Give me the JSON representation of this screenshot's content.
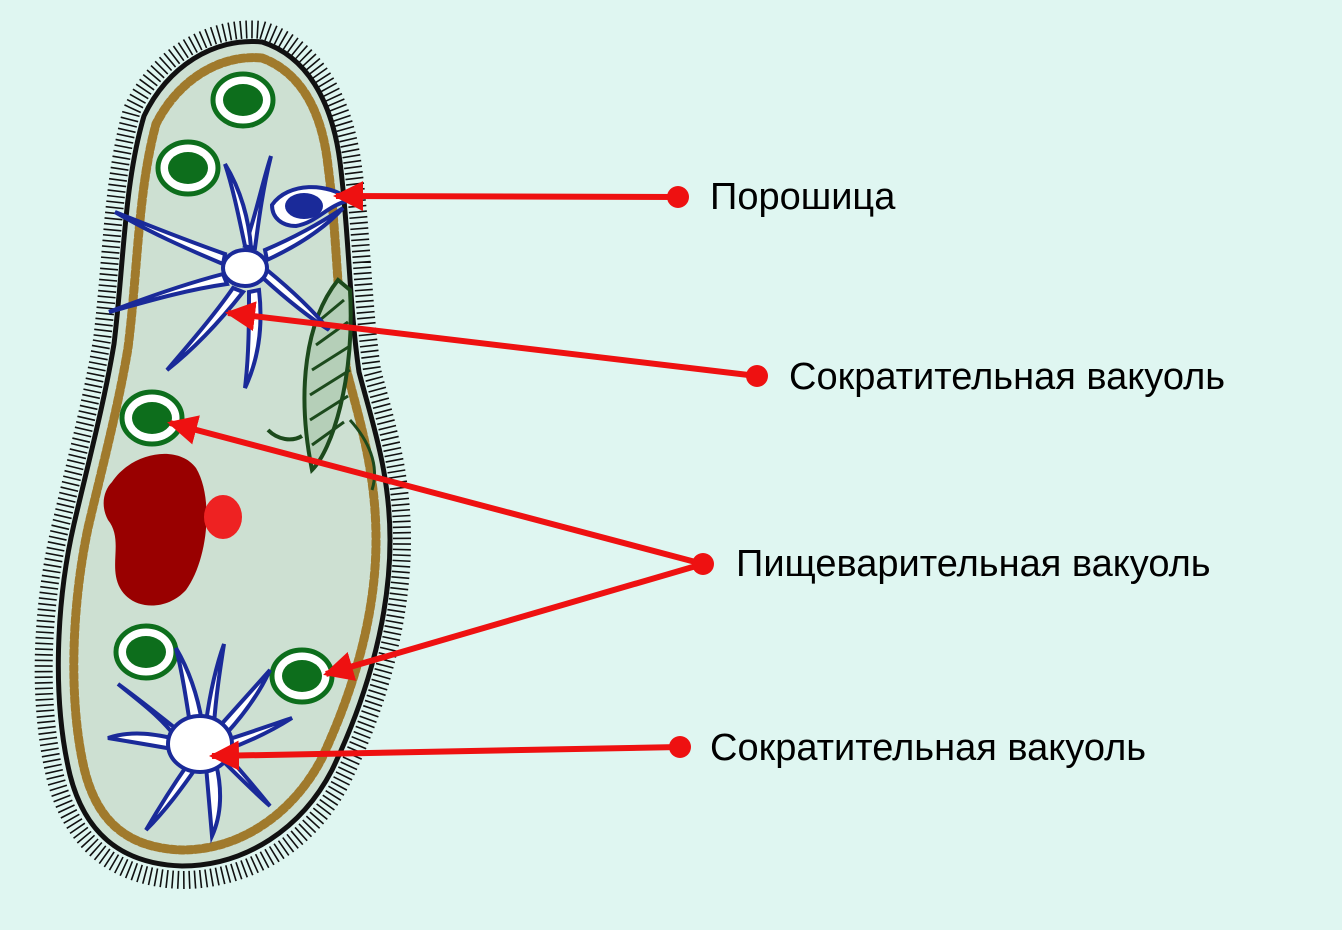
{
  "labels": {
    "poroshitsa": "Порошица",
    "contractile_top": "Сократительная вакуоль",
    "digestive": "Пищеварительная вакуоль",
    "contractile_bottom": "Сократительная вакуоль"
  },
  "colors": {
    "background": "#dff6f1",
    "cytoplasm": "#cde0d2",
    "pellicle": "#a07a2c",
    "cilia": "#111111",
    "arrow": "#ee1111",
    "vacuole_outline": "#1a2a99",
    "food_vacuole": "#0d6e1c",
    "macronucleus": "#990000",
    "micronucleus": "#ee2222",
    "cytopharynx": "#1c4a1c"
  }
}
